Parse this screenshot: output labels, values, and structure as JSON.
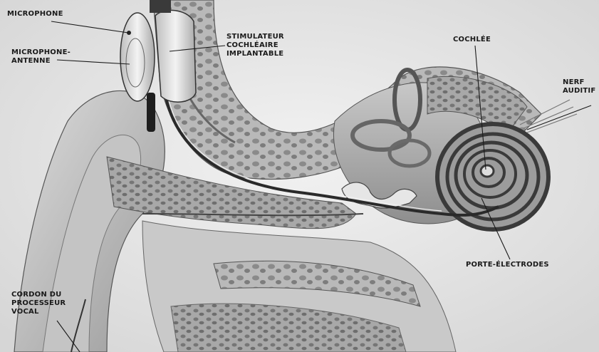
{
  "labels": {
    "microphone": "MICROPHONE",
    "microphone_antenne": [
      "MICROPHONE-",
      "ANTENNE"
    ],
    "stimulateur": [
      "STIMULATEUR",
      "COCHLÉAIRE",
      "IMPLANTABLE"
    ],
    "cochlee": "COCHLÉE",
    "nerf": [
      "NERF",
      "AUDITIF"
    ],
    "porte_electrodes": "PORTE-ÉLECTRODES",
    "cordon": [
      "CORDON DU",
      "PROCESSEUR",
      "VOCAL"
    ]
  }
}
